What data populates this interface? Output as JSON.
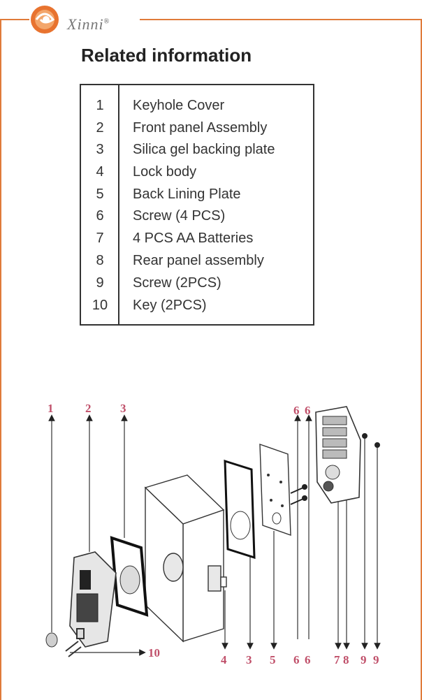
{
  "brand": {
    "name": "Xinni",
    "mark": "®"
  },
  "title": "Related information",
  "parts": [
    {
      "num": "1",
      "name": "Keyhole Cover"
    },
    {
      "num": "2",
      "name": "Front panel Assembly"
    },
    {
      "num": "3",
      "name": "Silica gel backing plate"
    },
    {
      "num": "4",
      "name": "Lock body"
    },
    {
      "num": "5",
      "name": "Back Lining Plate"
    },
    {
      "num": "6",
      "name": "Screw (4 PCS)"
    },
    {
      "num": "7",
      "name": "4 PCS AA Batteries"
    },
    {
      "num": "8",
      "name": "Rear panel assembly"
    },
    {
      "num": "9",
      "name": "Screw (2PCS)"
    },
    {
      "num": "10",
      "name": "Key (2PCS)"
    }
  ],
  "diagram": {
    "top_labels": [
      "1",
      "2",
      "3",
      "6",
      "6"
    ],
    "bottom_labels": [
      "4",
      "3",
      "5",
      "6",
      "6",
      "7",
      "8",
      "9",
      "9"
    ],
    "side_label": "10"
  },
  "colors": {
    "frame": "#e07b3a",
    "label": "#c0506a"
  }
}
